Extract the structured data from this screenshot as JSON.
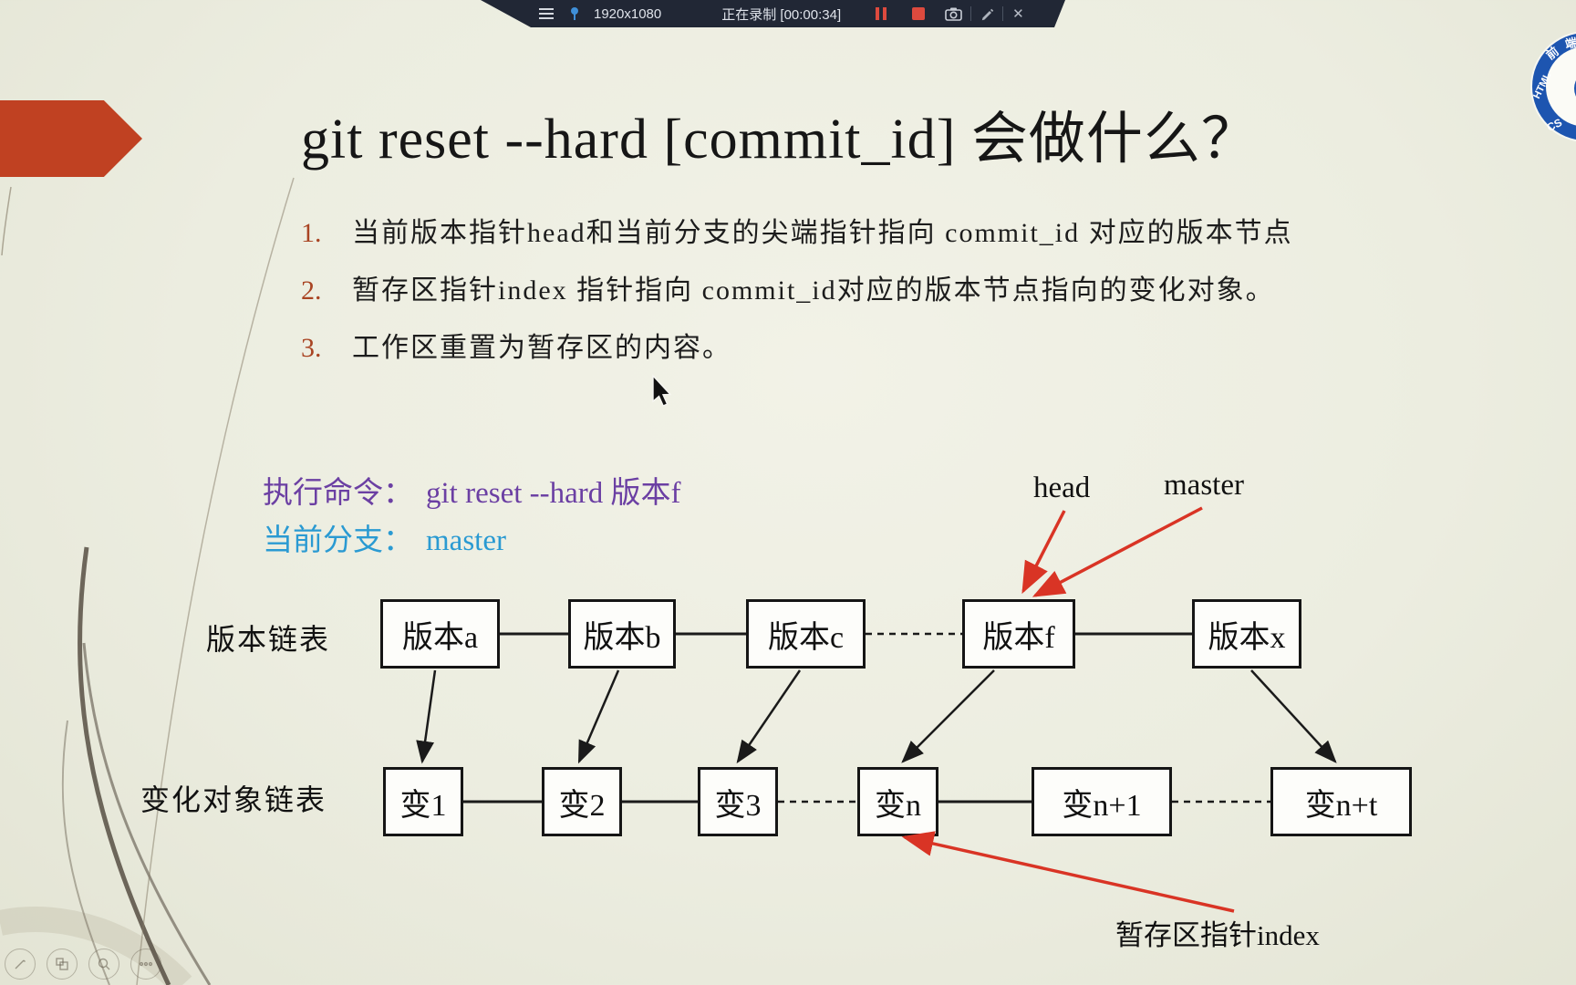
{
  "recorder_toolbar": {
    "resolution": "1920x1080",
    "recording_status": "正在录制 [00:00:34]",
    "close_glyph": "✕",
    "bg_color": "#212735",
    "record_red": "#dd4a3e",
    "pin_blue": "#3f8fd8"
  },
  "slide": {
    "title": "git reset --hard [commit_id] 会做什么？",
    "bullets": [
      {
        "num": "1.",
        "text": "当前版本指针head和当前分支的尖端指针指向 commit_id 对应的版本节点"
      },
      {
        "num": "2.",
        "text": "暂存区指针index 指针指向 commit_id对应的版本节点指向的变化对象。"
      },
      {
        "num": "3.",
        "text": "工作区重置为暂存区的内容。"
      }
    ],
    "command_label": "执行命令：",
    "command_value": "git reset --hard 版本f",
    "branch_label": "当前分支：",
    "branch_value": "master",
    "number_color": "#a94423",
    "command_color": "#6b3fa3",
    "branch_color": "#2a9ad2"
  },
  "diagram": {
    "version_list_label": "版本链表",
    "change_list_label": "变化对象链表",
    "head_pointer_label": "head",
    "master_pointer_label": "master",
    "index_pointer_label": "暂存区指针index",
    "version_nodes": [
      "版本a",
      "版本b",
      "版本c",
      "版本f",
      "版本x"
    ],
    "change_nodes": [
      "变1",
      "变2",
      "变3",
      "变n",
      "变n+1",
      "变n+t"
    ],
    "pointer_arrow_color": "#d93425",
    "line_color": "#1a1a1a"
  },
  "logo": {
    "ring_texts": [
      "前",
      "端",
      "HTML",
      "CS"
    ]
  }
}
